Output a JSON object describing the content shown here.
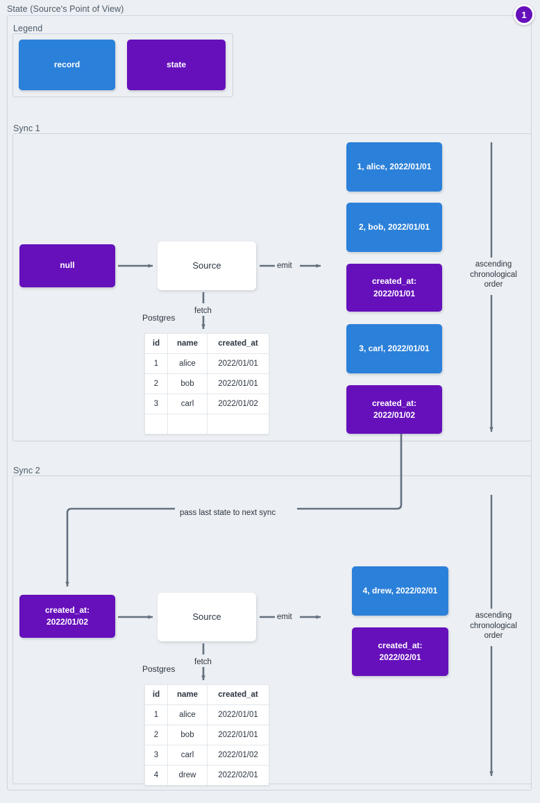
{
  "diagram": {
    "title": "State (Source's Point of View)",
    "badge": "1"
  },
  "legend": {
    "label": "Legend",
    "items": [
      {
        "label": "record",
        "color": "#2b80d9"
      },
      {
        "label": "state",
        "color": "#6610bb"
      }
    ]
  },
  "connector_labels": {
    "emit": "emit",
    "fetch": "fetch",
    "postgres": "Postgres",
    "pass_state": "pass last state to next sync",
    "order": "ascending\nchronological\norder",
    "order_line1": "ascending",
    "order_line2": "chronological",
    "order_line3": "order"
  },
  "sync1": {
    "label": "Sync 1",
    "input_state": "null",
    "source": "Source",
    "table": {
      "columns": [
        "id",
        "name",
        "created_at"
      ],
      "rows": [
        [
          "1",
          "alice",
          "2022/01/01"
        ],
        [
          "2",
          "bob",
          "2022/01/01"
        ],
        [
          "3",
          "carl",
          "2022/01/02"
        ],
        [
          "",
          "",
          ""
        ]
      ]
    },
    "emitted": [
      {
        "kind": "record",
        "text": "1, alice, 2022/01/01"
      },
      {
        "kind": "record",
        "text": "2, bob, 2022/01/01"
      },
      {
        "kind": "state",
        "line1": "created_at:",
        "line2": "2022/01/01"
      },
      {
        "kind": "record",
        "text": "3, carl, 2022/01/01"
      },
      {
        "kind": "state",
        "line1": "created_at:",
        "line2": "2022/01/02"
      }
    ]
  },
  "sync2": {
    "label": "Sync 2",
    "input_state_line1": "created_at:",
    "input_state_line2": "2022/01/02",
    "source": "Source",
    "table": {
      "columns": [
        "id",
        "name",
        "created_at"
      ],
      "rows": [
        [
          "1",
          "alice",
          "2022/01/01"
        ],
        [
          "2",
          "bob",
          "2022/01/01"
        ],
        [
          "3",
          "carl",
          "2022/01/02"
        ],
        [
          "4",
          "drew",
          "2022/02/01"
        ]
      ]
    },
    "emitted": [
      {
        "kind": "record",
        "text": "4, drew, 2022/02/01"
      },
      {
        "kind": "state",
        "line1": "created_at:",
        "line2": "2022/02/01"
      }
    ]
  }
}
